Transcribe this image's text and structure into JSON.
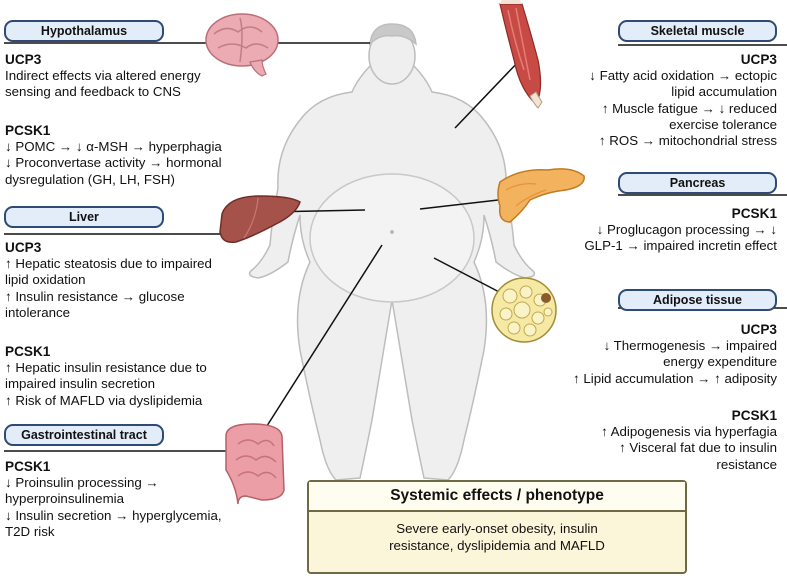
{
  "organs": {
    "hypothalamus": {
      "label": "Hypothalamus",
      "ucp3_title": "UCP3",
      "ucp3_lines": [
        "Indirect effects via altered energy",
        "sensing and feedback to CNS"
      ],
      "pcsk1_title": "PCSK1",
      "pcsk1_lines": [
        "↓ POMC → ↓ α-MSH → hyperphagia",
        "↓ Proconvertase activity → hormonal",
        "dysregulation (GH, LH, FSH)"
      ]
    },
    "liver": {
      "label": "Liver",
      "ucp3_title": "UCP3",
      "ucp3_lines": [
        "↑ Hepatic steatosis due to impaired",
        "lipid oxidation",
        "↑ Insulin resistance → glucose",
        "intolerance"
      ],
      "pcsk1_title": "PCSK1",
      "pcsk1_lines": [
        "↑ Hepatic insulin resistance due to",
        "impaired insulin secretion",
        "↑ Risk of MAFLD via dyslipidemia"
      ]
    },
    "gi": {
      "label": "Gastrointestinal tract",
      "pcsk1_title": "PCSK1",
      "pcsk1_lines": [
        "↓ Proinsulin processing →",
        "hyperproinsulinemia",
        "↓ Insulin secretion → hyperglycemia,",
        "T2D risk"
      ]
    },
    "muscle": {
      "label": "Skeletal muscle",
      "ucp3_title": "UCP3",
      "ucp3_lines": [
        "↓ Fatty acid oxidation → ectopic",
        "lipid accumulation",
        "↑ Muscle fatigue → ↓ reduced",
        "exercise tolerance",
        "↑ ROS → mitochondrial stress"
      ]
    },
    "pancreas": {
      "label": "Pancreas",
      "pcsk1_title": "PCSK1",
      "pcsk1_lines": [
        "↓ Proglucagon processing → ↓",
        "GLP-1 → impaired incretin effect"
      ]
    },
    "adipose": {
      "label": "Adipose tissue",
      "ucp3_title": "UCP3",
      "ucp3_lines": [
        "↓ Thermogenesis → impaired",
        "energy expenditure",
        "↑ Lipid accumulation → ↑ adiposity"
      ],
      "pcsk1_title": "PCSK1",
      "pcsk1_lines": [
        "↑ Adipogenesis via hyperfagia",
        "↑ Visceral fat due to insulin",
        "resistance"
      ]
    }
  },
  "systemic": {
    "title": "Systemic effects / phenotype",
    "body_lines": [
      "Severe early-onset obesity, insulin",
      "resistance, dyslipidemia and MAFLD"
    ]
  },
  "colors": {
    "pill_border": "#2f4a73",
    "pill_fill": "#e2edf9",
    "systemic_fill": "#fbf6d9",
    "body_fill": "#efefef"
  },
  "icons": [
    "brain-icon",
    "muscle-icon",
    "liver-icon",
    "pancreas-icon",
    "adipose-icon",
    "intestine-icon",
    "human-body-icon"
  ]
}
